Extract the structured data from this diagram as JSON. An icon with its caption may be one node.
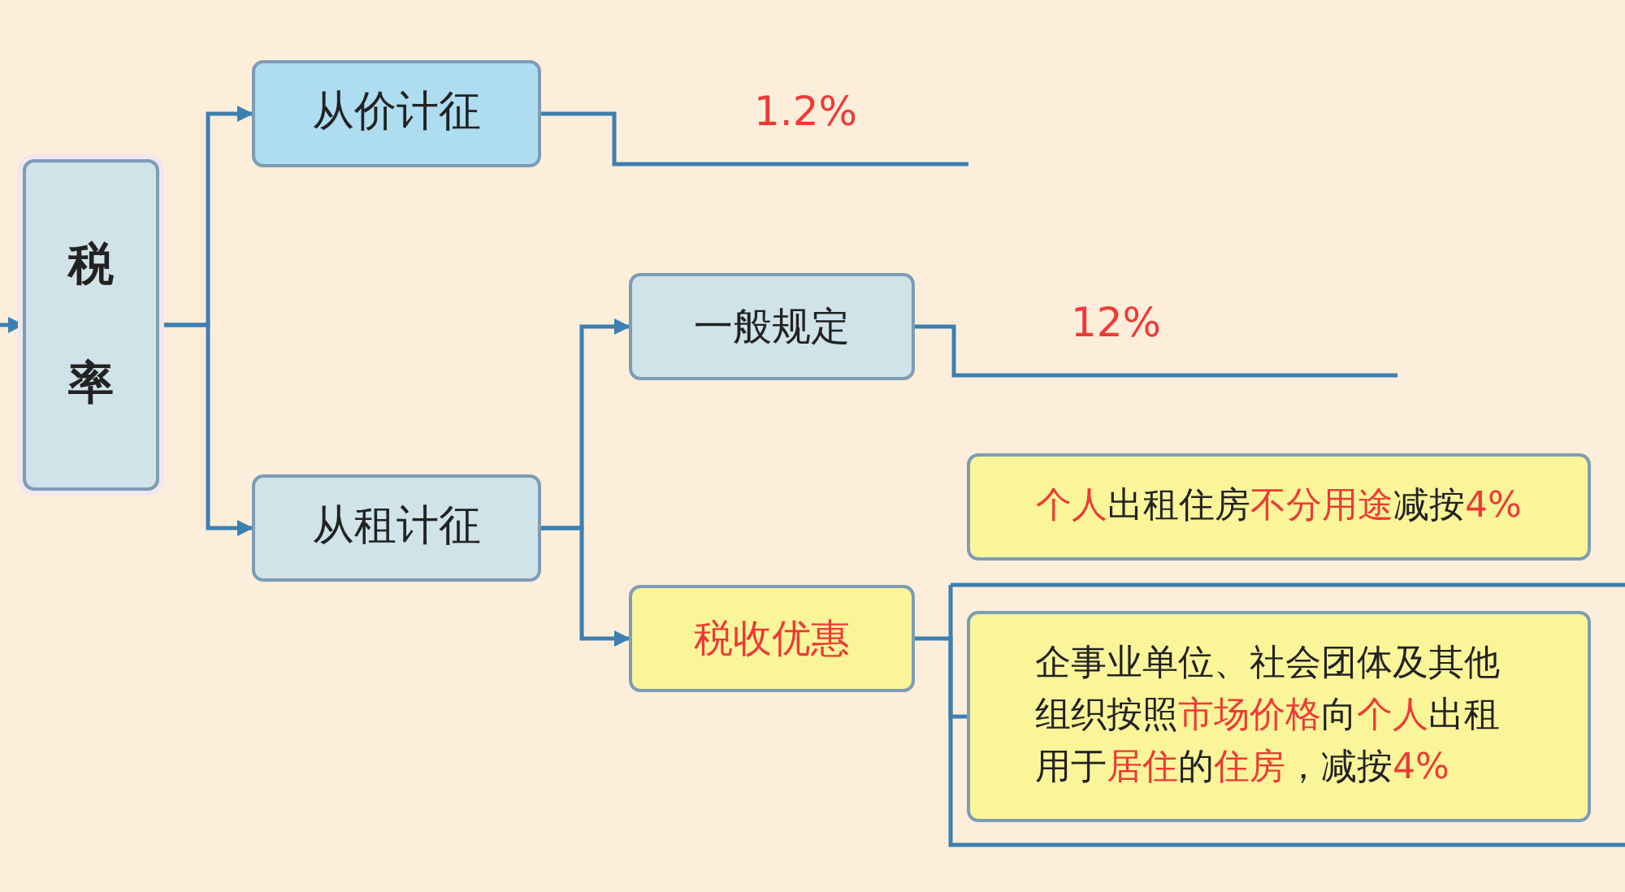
{
  "diagram": {
    "nodes": [
      {
        "text": [
          "税率"
        ]
      },
      {
        "text": [
          "从价计征"
        ]
      },
      {
        "text": [
          "从租计征"
        ]
      },
      {
        "text": [
          "一般规定"
        ]
      },
      {
        "text": [
          "税收优惠"
        ]
      },
      {
        "text": [
          "**个人**出租住房**不分用途**减按**4%**"
        ]
      },
      {
        "text": [
          "企事业单位、社会团体及其他组织按照**市场价格**向**个人**出租用于**居住**的**住房**，减按**4%**"
        ]
      }
    ],
    "edges": [
      {
        "from": null,
        "to": 0,
        "arrow": "to"
      },
      {
        "from": 0,
        "to": 1,
        "arrow": "to"
      },
      {
        "from": 0,
        "to": 2,
        "arrow": "to"
      },
      {
        "from": 2,
        "to": 3,
        "arrow": "to"
      },
      {
        "from": 2,
        "to": 4,
        "arrow": "to"
      },
      {
        "from": 1,
        "to": null,
        "arrow": "none",
        "label": "1.2%"
      },
      {
        "from": 3,
        "to": null,
        "arrow": "none",
        "label": "12%"
      },
      {
        "from": 4,
        "to": 6,
        "arrow": "none"
      }
    ]
  }
}
